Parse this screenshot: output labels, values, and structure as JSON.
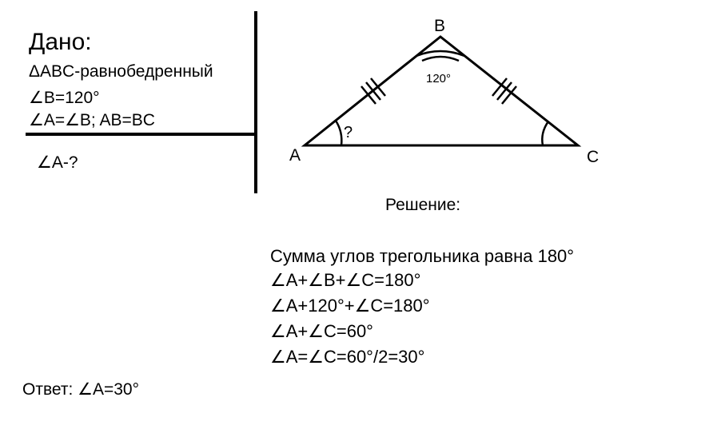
{
  "given": {
    "heading": "Дано:",
    "line1": "ΔABC-равнобедренный",
    "line2": "∠B=120°",
    "line3": "∠A=∠B; AB=BC",
    "find": "∠A-?"
  },
  "diagram": {
    "vertex_a": "A",
    "vertex_b": "B",
    "vertex_c": "C",
    "angle_b_label": "120°",
    "angle_a_label": "?"
  },
  "solution": {
    "heading": "Решение:",
    "lines": [
      "Сумма углов трегольника равна 180°",
      "∠A+∠B+∠C=180°",
      "∠A+120°+∠C=180°",
      "∠A+∠C=60°",
      "∠A=∠C=60°/2=30°"
    ]
  },
  "answer": "Ответ: ∠A=30°"
}
